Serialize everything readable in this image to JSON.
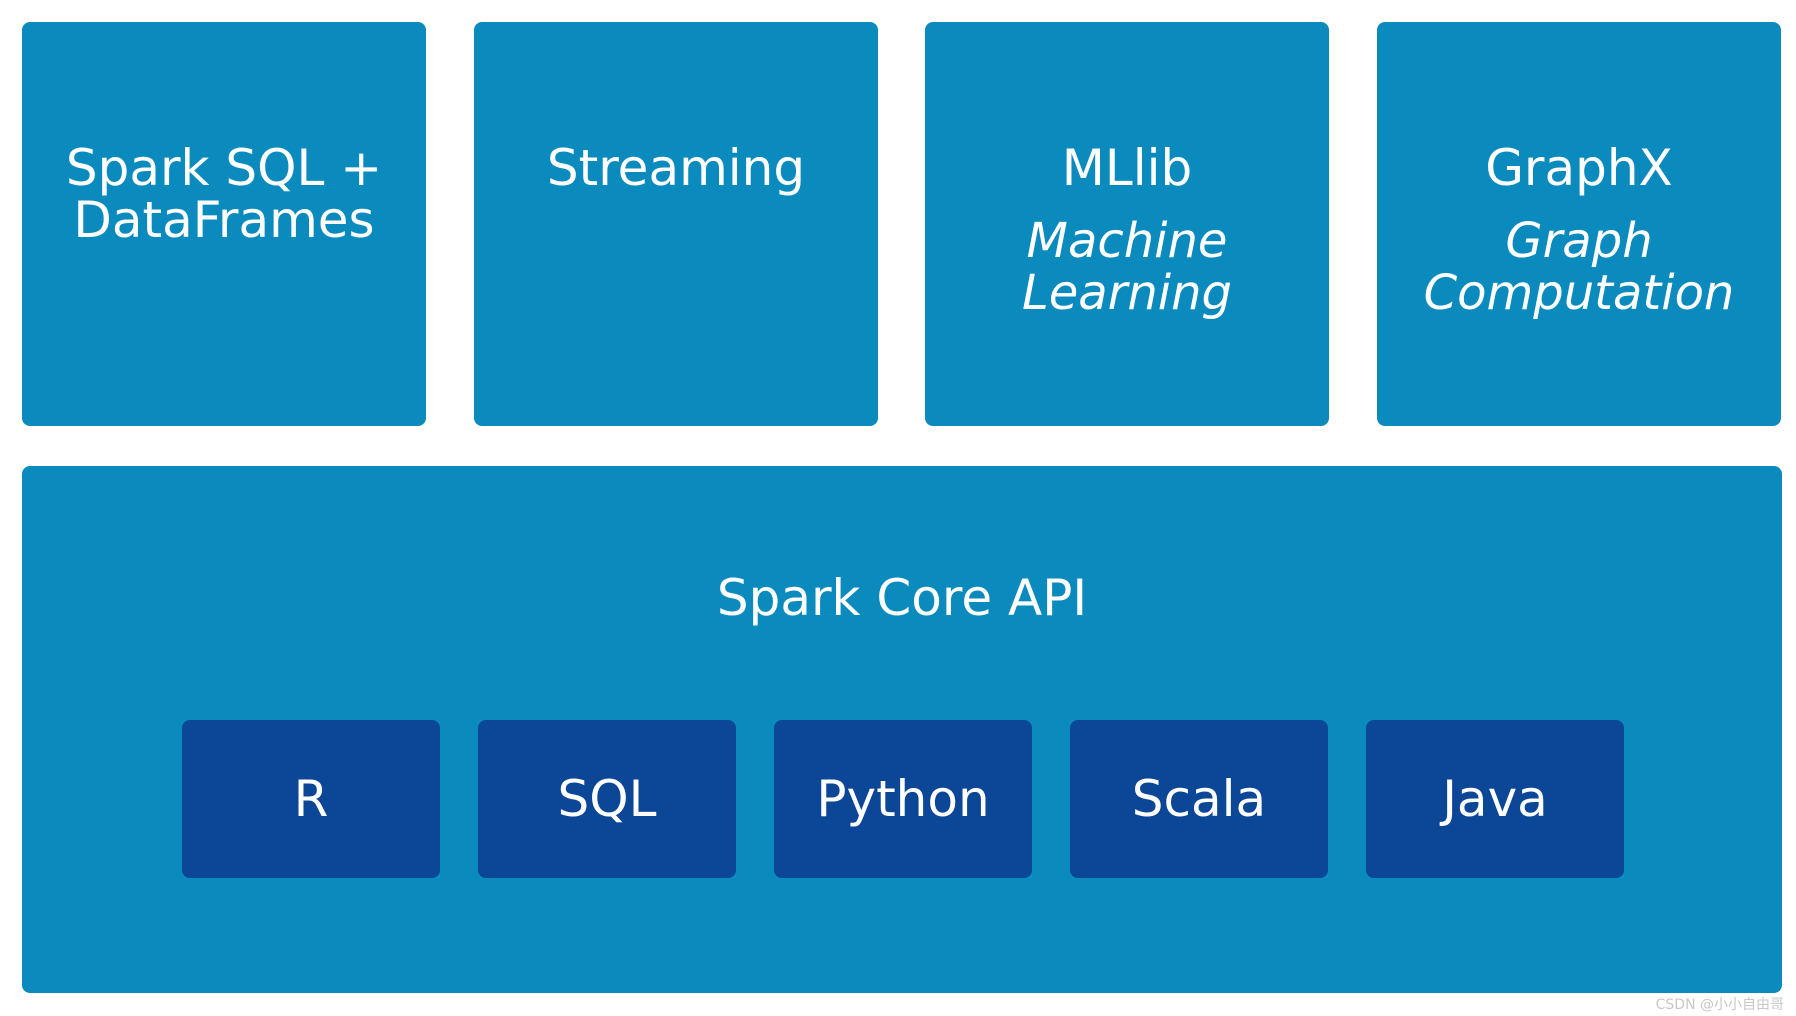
{
  "top_boxes": {
    "sql": {
      "title": "Spark SQL +\nDataFrames"
    },
    "streaming": {
      "title": "Streaming"
    },
    "mllib": {
      "title": "MLlib",
      "subtitle": "Machine\nLearning"
    },
    "graphx": {
      "title": "GraphX",
      "subtitle": "Graph\nComputation"
    }
  },
  "core": {
    "title": "Spark Core API",
    "languages": [
      "R",
      "SQL",
      "Python",
      "Scala",
      "Java"
    ]
  },
  "watermark": "CSDN @小小自由哥",
  "colors": {
    "component_blue": "#0b8bbd",
    "language_navy": "#0c4696",
    "text": "#ffffff"
  }
}
